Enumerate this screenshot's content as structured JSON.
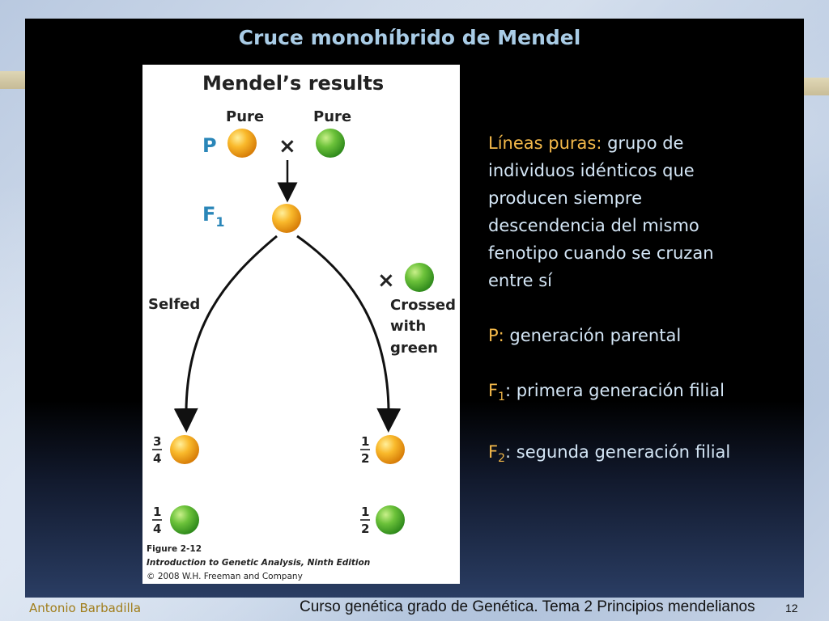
{
  "slide_title": "Cruce monohíbrido de Mendel",
  "figure": {
    "heading": "Mendel’s results",
    "pure_left": "Pure",
    "pure_right": "Pure",
    "cross_symbol": "×",
    "p_label": "P",
    "f1_label": "F",
    "f1_sub": "1",
    "selfed": "Selfed",
    "crossed_line1": "Crossed",
    "crossed_line2": "with",
    "crossed_line3": "green",
    "frac_selfed_yellow_num": "3",
    "frac_selfed_yellow_den": "4",
    "frac_selfed_green_num": "1",
    "frac_selfed_green_den": "4",
    "frac_crossed_yellow_num": "1",
    "frac_crossed_yellow_den": "2",
    "frac_crossed_green_num": "1",
    "frac_crossed_green_den": "2",
    "caption_line1": "Figure 2-12",
    "caption_line2": "Introduction to Genetic Analysis, Ninth Edition",
    "caption_line3": "© 2008 W.H. Freeman and Company",
    "colors": {
      "yellow_pea": "#f7a91c",
      "green_pea": "#5cb832",
      "label_blue": "#2a86b8"
    }
  },
  "description": {
    "lineas_term": "Líneas puras:",
    "lineas_def": " grupo de individuos idénticos que producen siempre descendencia del mismo fenotipo cuando se cruzan entre sí",
    "p_term": "P:",
    "p_def": " generación parental",
    "f1_term": "F",
    "f1_sub": "1",
    "f1_def": ": primera generación filial",
    "f2_term": "F",
    "f2_sub": "2",
    "f2_def": ": segunda generación filial"
  },
  "footer": {
    "author": "Antonio Barbadilla",
    "course": "Curso genética grado de Genética. Tema 2 Principios mendelianos",
    "page": "12"
  }
}
